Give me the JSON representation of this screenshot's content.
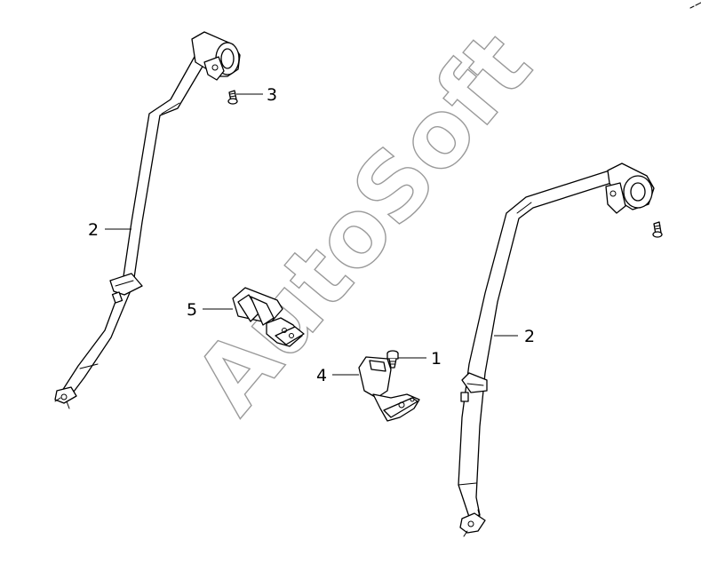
{
  "callouts": {
    "c1": "1",
    "c2_left": "2",
    "c2_right": "2",
    "c3": "3",
    "c4": "4",
    "c5": "5"
  },
  "watermark": "AutoSoft",
  "colors": {
    "line": "#000000",
    "background": "#ffffff",
    "watermark": "#9a9a9a"
  }
}
